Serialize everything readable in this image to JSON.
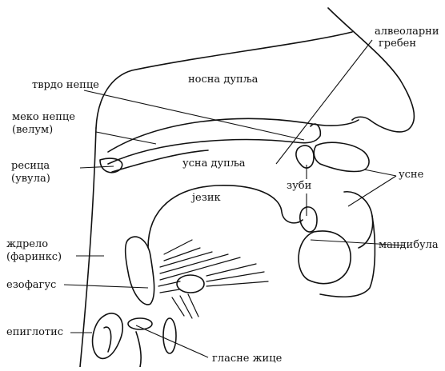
{
  "labels": {
    "nasal_cavity": "носна дупља",
    "alveolar_ridge_line1": "алвеоларни",
    "alveolar_ridge_line2": "гребен",
    "hard_palate": "тврдо непце",
    "soft_palate_line1": "меко непце",
    "soft_palate_line2": "(велум)",
    "uvula_line1": "ресица",
    "uvula_line2": "(увула)",
    "oral_cavity": "усна дупља",
    "lips": "усне",
    "teeth": "зуби",
    "tongue": "језик",
    "pharynx_line1": "ждрело",
    "pharynx_line2": "(фаринкс)",
    "mandible": "мандибула",
    "esophagus": "езофагус",
    "epiglottis": "епиглотис",
    "vocal_cords": "гласне жице"
  }
}
